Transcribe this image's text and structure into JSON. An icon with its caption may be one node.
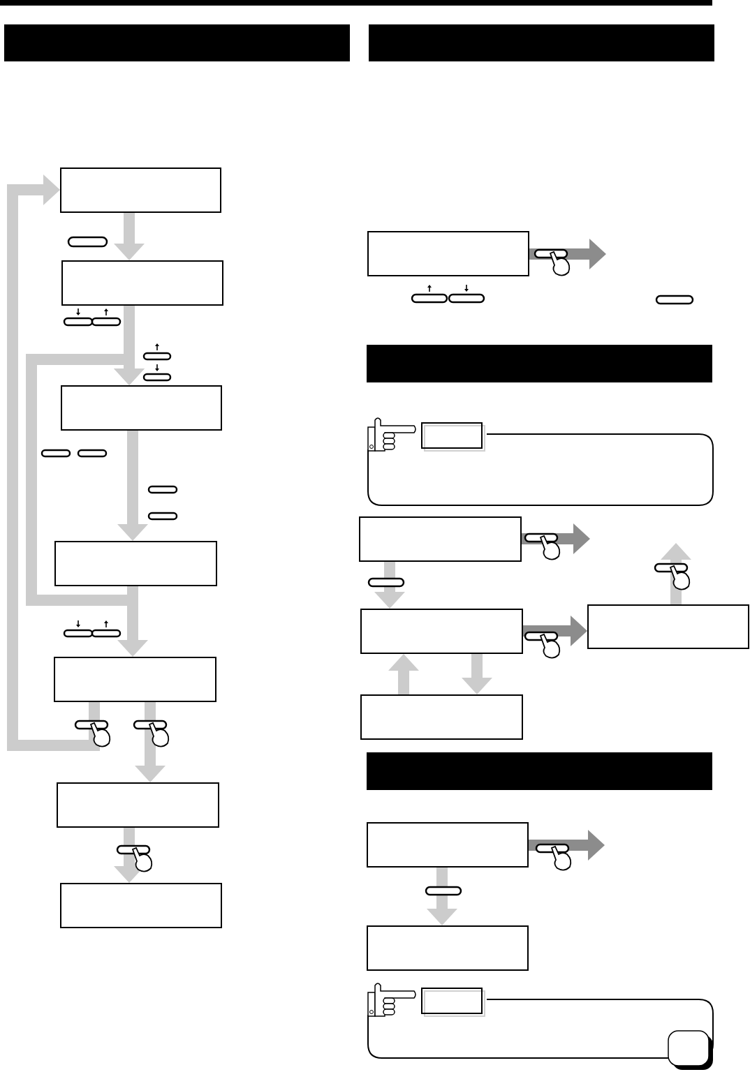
{
  "diagram": {
    "nodes": [
      {
        "text": [],
        "shape": "bar"
      },
      {
        "text": [],
        "shape": "bar"
      },
      {
        "text": [],
        "shape": "box"
      },
      {
        "text": [],
        "shape": "box"
      },
      {
        "text": [],
        "shape": "box"
      },
      {
        "text": [],
        "shape": "box"
      },
      {
        "text": [],
        "shape": "box"
      },
      {
        "text": [],
        "shape": "box"
      },
      {
        "text": [],
        "shape": "box"
      },
      {
        "text": [],
        "shape": "box"
      },
      {
        "text": [],
        "shape": "bar"
      },
      {
        "text": [],
        "shape": "box"
      },
      {
        "text": [],
        "shape": "box"
      },
      {
        "text": [],
        "shape": "box"
      },
      {
        "text": [],
        "shape": "box"
      },
      {
        "text": [],
        "shape": "bar"
      },
      {
        "text": [],
        "shape": "box"
      },
      {
        "text": [],
        "shape": "box"
      }
    ],
    "edges": [
      {
        "from": 2,
        "to": 3,
        "arrow": "to"
      },
      {
        "from": 3,
        "to": 4,
        "arrow": "to"
      },
      {
        "from": 4,
        "to": 5,
        "arrow": "to"
      },
      {
        "from": 5,
        "to": 6,
        "arrow": "to"
      },
      {
        "from": 5,
        "to": 4,
        "arrow": "to"
      },
      {
        "from": 6,
        "to": 2,
        "arrow": "to"
      },
      {
        "from": 6,
        "to": 7,
        "arrow": "to"
      },
      {
        "from": 7,
        "to": 8,
        "arrow": "to"
      },
      {
        "from": 9,
        "to": null,
        "arrow": "to",
        "color": "#8c8c8c"
      },
      {
        "from": 11,
        "to": null,
        "arrow": "to",
        "color": "#8c8c8c"
      },
      {
        "from": 11,
        "to": 12,
        "arrow": "to"
      },
      {
        "from": 12,
        "to": 14,
        "arrow": "to",
        "color": "#8c8c8c"
      },
      {
        "from": 14,
        "to": null,
        "arrow": "to"
      },
      {
        "from": 13,
        "to": 12,
        "arrow": "to"
      },
      {
        "from": 12,
        "to": 13,
        "arrow": "to"
      },
      {
        "from": 16,
        "to": null,
        "arrow": "to",
        "color": "#8c8c8c"
      },
      {
        "from": 16,
        "to": 17,
        "arrow": "to"
      }
    ]
  }
}
